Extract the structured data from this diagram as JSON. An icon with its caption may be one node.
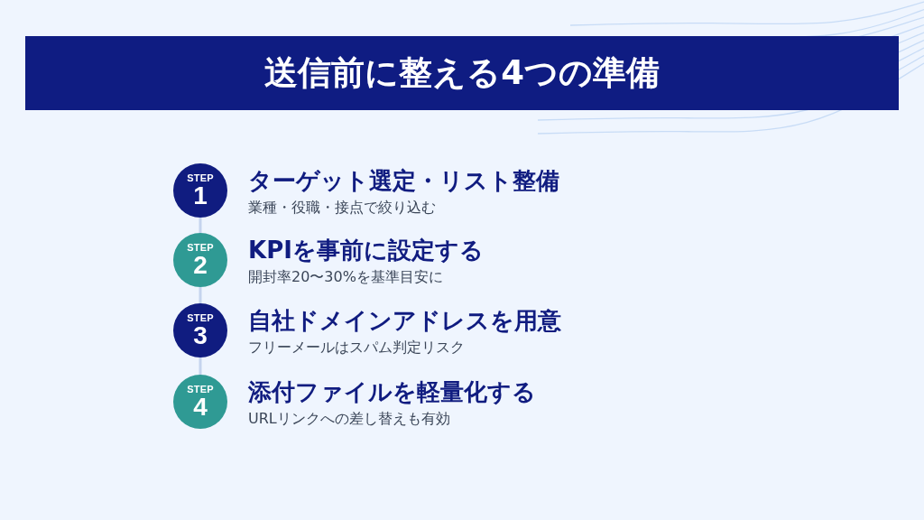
{
  "diagram": {
    "title": "送信前に整える4つの準備",
    "nodes": [
      {
        "text": [
          "STEP",
          "1"
        ],
        "beside": [
          "ターゲット選定・リスト整備",
          "業種・役職・接点で絞り込む"
        ]
      },
      {
        "text": [
          "STEP",
          "2"
        ],
        "beside": [
          "KPIを事前に設定する",
          "開封率20〜30%を基準目安に"
        ]
      },
      {
        "text": [
          "STEP",
          "3"
        ],
        "beside": [
          "自社ドメインアドレスを用意",
          "フリーメールはスパム判定リスク"
        ]
      },
      {
        "text": [
          "STEP",
          "4"
        ],
        "beside": [
          "添付ファイルを軽量化する",
          "URLリンクへの差し替えも有効"
        ]
      }
    ],
    "edges": [
      {
        "from": 0,
        "to": 1,
        "arrow": "none"
      },
      {
        "from": 1,
        "to": 2,
        "arrow": "none"
      },
      {
        "from": 2,
        "to": 3,
        "arrow": "none"
      }
    ]
  }
}
